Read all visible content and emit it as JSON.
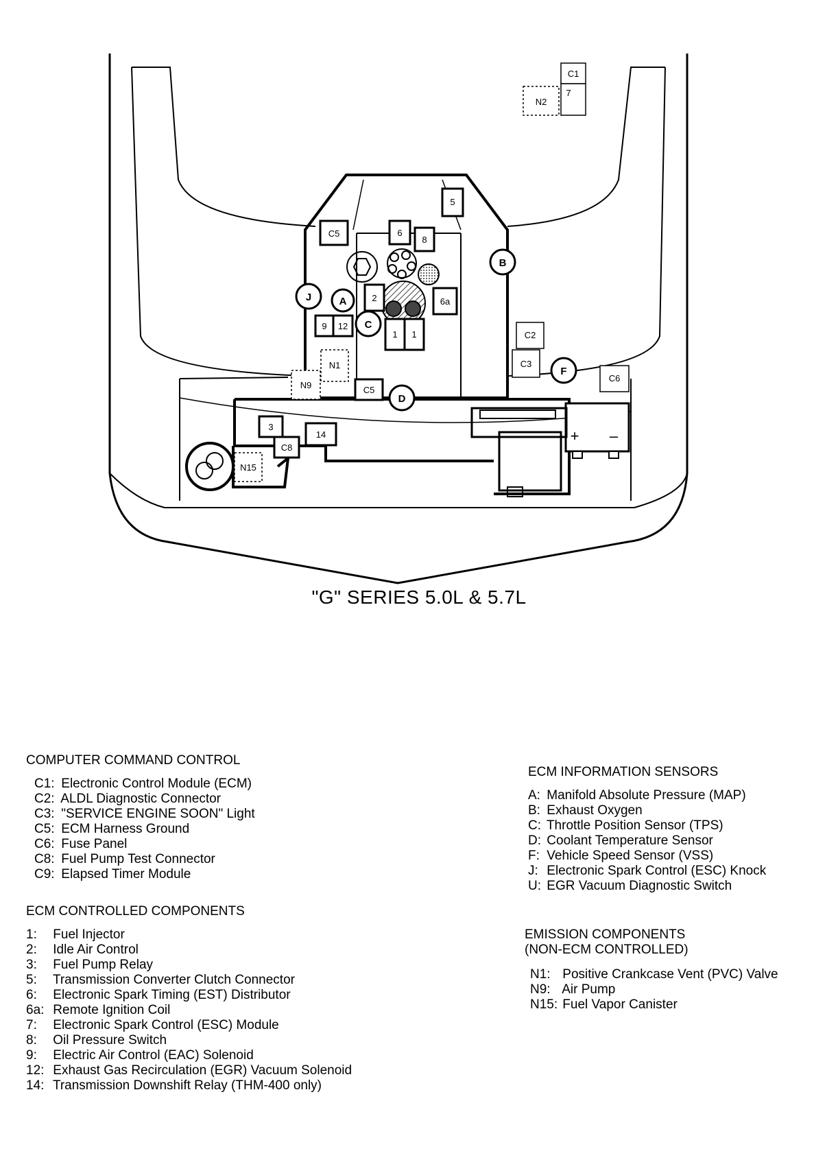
{
  "diagram": {
    "caption": "\"G\" SERIES 5.0L & 5.7L",
    "callouts": {
      "c1": "C1",
      "n2": "N2",
      "seven": "7",
      "five": "5",
      "c5_top": "C5",
      "six": "6",
      "eight": "8",
      "b": "B",
      "six_a": "6a",
      "j": "J",
      "a": "A",
      "two": "2",
      "nine": "9",
      "twelve": "12",
      "c": "C",
      "one_left": "1",
      "one_right": "1",
      "c2": "C2",
      "c3": "C3",
      "f": "F",
      "c6": "C6",
      "n1": "N1",
      "n9": "N9",
      "c5_bottom": "C5",
      "d": "D",
      "three": "3",
      "fourteen": "14",
      "c8": "C8",
      "n15": "N15",
      "plus": "+",
      "minus": "–"
    }
  },
  "legend": {
    "computer_command_control": {
      "heading": "COMPUTER COMMAND CONTROL",
      "items": [
        {
          "code": "C1:",
          "text": "Electronic Control Module (ECM)"
        },
        {
          "code": "C2:",
          "text": "ALDL Diagnostic Connector"
        },
        {
          "code": "C3:",
          "text": "\"SERVICE ENGINE SOON\" Light"
        },
        {
          "code": "C5:",
          "text": "ECM Harness Ground"
        },
        {
          "code": "C6:",
          "text": "Fuse Panel"
        },
        {
          "code": "C8:",
          "text": "Fuel Pump Test Connector"
        },
        {
          "code": "C9:",
          "text": "Elapsed Timer Module"
        }
      ]
    },
    "ecm_controlled": {
      "heading": "ECM CONTROLLED COMPONENTS",
      "items": [
        {
          "code": "1:",
          "text": "Fuel Injector"
        },
        {
          "code": "2:",
          "text": "Idle Air Control"
        },
        {
          "code": "3:",
          "text": "Fuel Pump Relay"
        },
        {
          "code": "5:",
          "text": "Transmission Converter Clutch Connector"
        },
        {
          "code": "6:",
          "text": "Electronic Spark Timing (EST) Distributor"
        },
        {
          "code": "6a:",
          "text": "Remote Ignition Coil"
        },
        {
          "code": "7:",
          "text": "Electronic Spark Control (ESC) Module"
        },
        {
          "code": "8:",
          "text": "Oil Pressure Switch"
        },
        {
          "code": "9:",
          "text": "Electric Air Control (EAC) Solenoid"
        },
        {
          "code": "12:",
          "text": "Exhaust Gas Recirculation (EGR) Vacuum Solenoid"
        },
        {
          "code": "14:",
          "text": "Transmission Downshift Relay (THM-400 only)"
        }
      ]
    },
    "ecm_sensors": {
      "heading": "ECM INFORMATION SENSORS",
      "items": [
        {
          "code": "A:",
          "text": "Manifold Absolute Pressure (MAP)"
        },
        {
          "code": "B:",
          "text": "Exhaust Oxygen"
        },
        {
          "code": "C:",
          "text": "Throttle Position Sensor (TPS)"
        },
        {
          "code": "D:",
          "text": "Coolant Temperature Sensor"
        },
        {
          "code": "F:",
          "text": "Vehicle Speed Sensor (VSS)"
        },
        {
          "code": "J:",
          "text": "Electronic Spark Control (ESC) Knock"
        },
        {
          "code": "U:",
          "text": "EGR Vacuum Diagnostic Switch"
        }
      ]
    },
    "emission": {
      "heading_line1": "EMISSION COMPONENTS",
      "heading_line2": "(NON-ECM CONTROLLED)",
      "items": [
        {
          "code": "N1:",
          "text": "Positive Crankcase Vent (PVC) Valve"
        },
        {
          "code": "N9:",
          "text": "Air Pump"
        },
        {
          "code": "N15:",
          "text": "Fuel Vapor Canister"
        }
      ]
    }
  }
}
